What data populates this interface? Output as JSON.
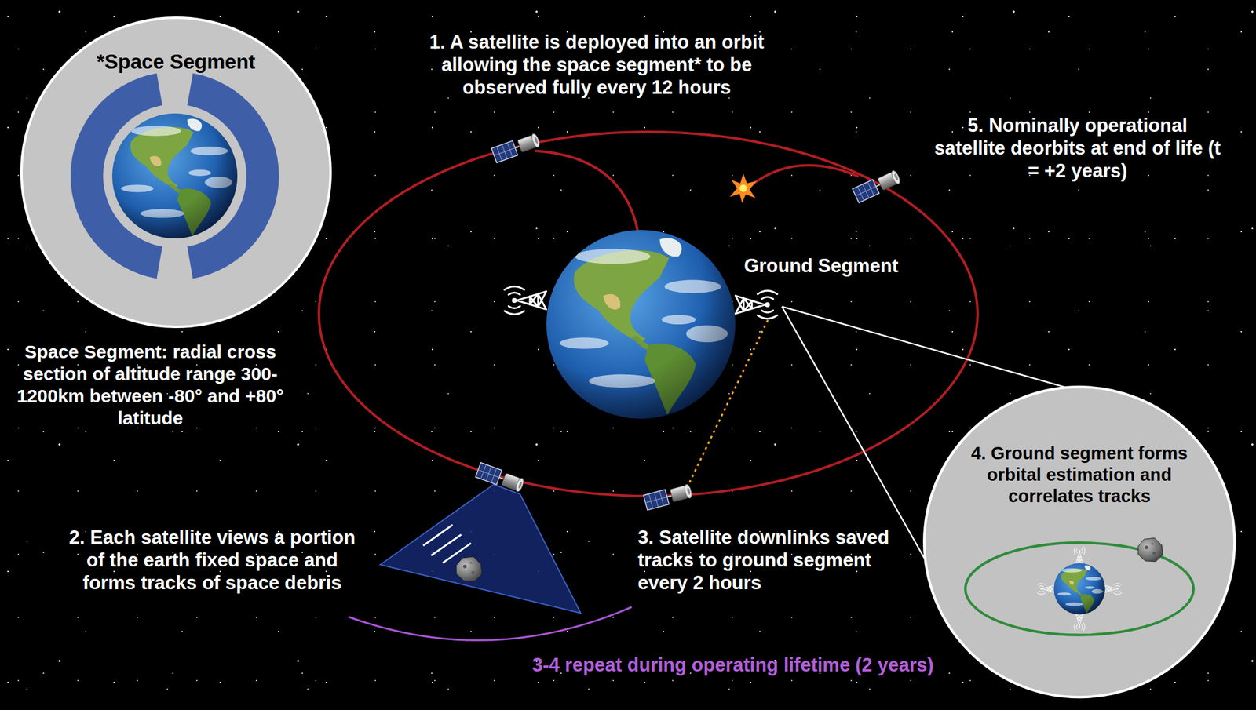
{
  "diagram": {
    "nodes": [
      {
        "text": [
          "*Space Segment"
        ]
      },
      {
        "text": [
          "4. Ground segment forms orbital estimation and correlates tracks"
        ]
      }
    ],
    "labels": [
      "1. A satellite is deployed into an orbit allowing the space segment* to be observed fully every 12 hours",
      "5. Nominally operational satellite deorbits at end of life (t = +2 years)",
      "Space Segment: radial cross section of altitude range 300-1200km between -80° and +80° latitude",
      "Ground Segment",
      "2. Each satellite views a portion of the earth fixed space and forms tracks of space debris",
      "3. Satellite downlinks saved tracks to ground segment every 2 hours",
      "3-4 repeat during operating lifetime (2 years)"
    ]
  }
}
